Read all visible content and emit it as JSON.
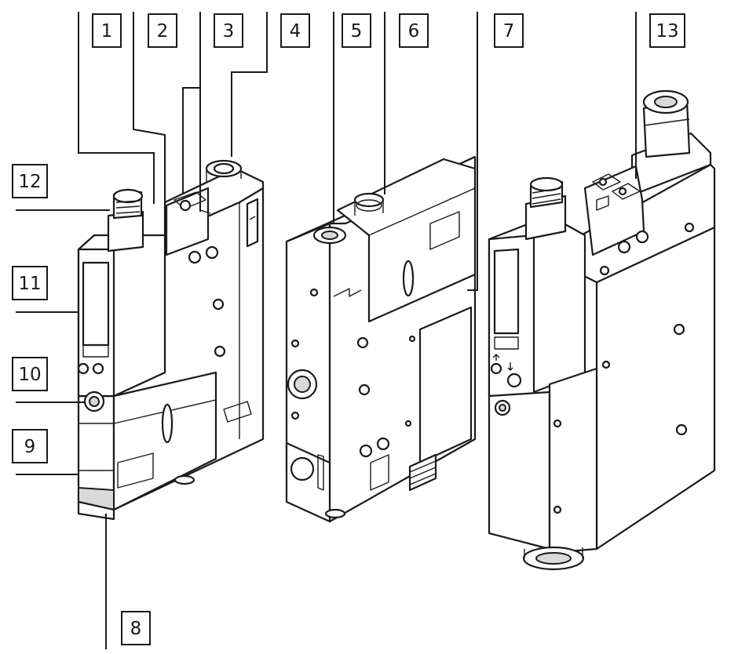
{
  "labels": {
    "l1": "1",
    "l2": "2",
    "l3": "3",
    "l4": "4",
    "l5": "5",
    "l6": "6",
    "l7": "7",
    "l8": "8",
    "l9": "9",
    "l10": "10",
    "l11": "11",
    "l12": "12",
    "l13": "13"
  },
  "colors": {
    "line": "#1a1a1a",
    "shade": "#d9d9d9",
    "background": "#ffffff"
  }
}
